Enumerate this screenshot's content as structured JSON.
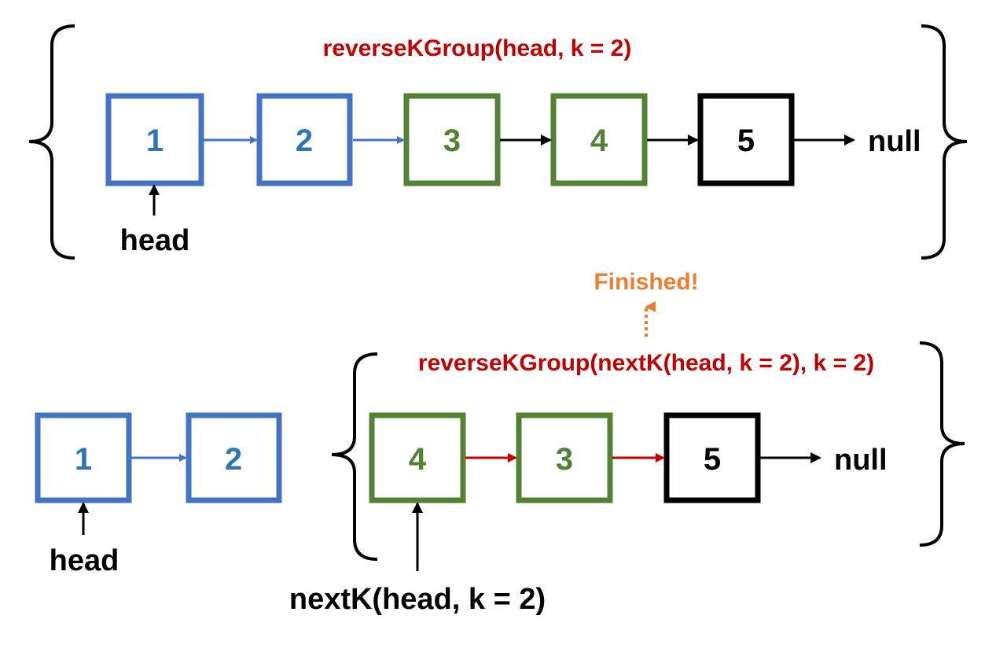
{
  "colors": {
    "blue": "#4472C4",
    "blue_text": "#2E75B6",
    "green": "#548235",
    "black": "#000000",
    "red": "#C00000",
    "orange": "#ED7D31"
  },
  "top": {
    "call_label": "reverseKGroup(head, k = 2)",
    "nodes": [
      {
        "value": "1",
        "color": "blue"
      },
      {
        "value": "2",
        "color": "blue"
      },
      {
        "value": "3",
        "color": "green"
      },
      {
        "value": "4",
        "color": "green"
      },
      {
        "value": "5",
        "color": "black"
      }
    ],
    "null_label": "null",
    "head_label": "head"
  },
  "status_label": "Finished!",
  "bottom": {
    "call_label": "reverseKGroup(nextK(head, k = 2), k = 2)",
    "left_nodes": [
      {
        "value": "1",
        "color": "blue"
      },
      {
        "value": "2",
        "color": "blue"
      }
    ],
    "right_nodes": [
      {
        "value": "4",
        "color": "green"
      },
      {
        "value": "3",
        "color": "green"
      },
      {
        "value": "5",
        "color": "black"
      }
    ],
    "null_label": "null",
    "head_label": "head",
    "nextk_label": "nextK(head, k = 2)"
  }
}
